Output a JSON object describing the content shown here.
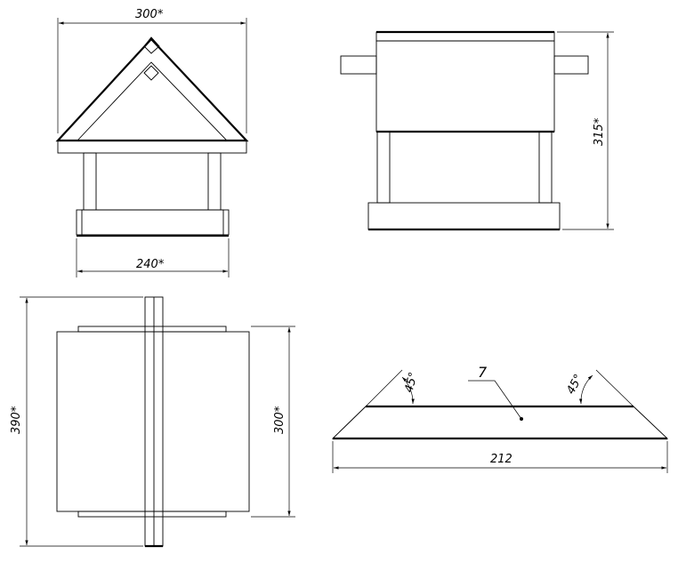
{
  "front_view": {
    "width_label": "300*",
    "base_label": "240*"
  },
  "side_view": {
    "height_label": "315*"
  },
  "top_view": {
    "length_label": "390*",
    "width_label": "300*"
  },
  "section_view": {
    "part_label": "7",
    "angle_left_label": "45°",
    "angle_right_label": "45°",
    "width_label": "212"
  }
}
